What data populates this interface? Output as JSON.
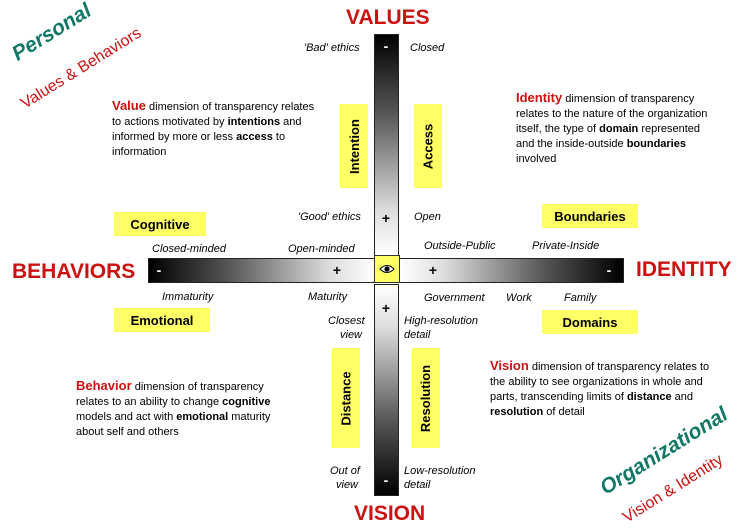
{
  "axes": {
    "top": "VALUES",
    "bottom": "VISION",
    "left": "BEHAVIORS",
    "right": "IDENTITY"
  },
  "corners": {
    "personal": {
      "main": "Personal",
      "sub": "Values & Behaviors"
    },
    "organizational": {
      "main": "Organizational",
      "sub": "Vision & Identity"
    }
  },
  "boxes": {
    "intention": "Intention",
    "access": "Access",
    "cognitive": "Cognitive",
    "boundaries": "Boundaries",
    "emotional": "Emotional",
    "domains": "Domains",
    "distance": "Distance",
    "resolution": "Resolution"
  },
  "labels": {
    "bad_ethics": "'Bad' ethics",
    "closed": "Closed",
    "good_ethics": "'Good' ethics",
    "open": "Open",
    "closed_minded": "Closed-minded",
    "open_minded": "Open-minded",
    "outside_public": "Outside-Public",
    "private_inside": "Private-Inside",
    "immaturity": "Immaturity",
    "maturity": "Maturity",
    "government": "Government",
    "work": "Work",
    "family": "Family",
    "closest": "Closest",
    "view1": "view",
    "high_res": "High-resolution",
    "detail1": "detail",
    "out_of": "Out of",
    "view2": "view",
    "low_res": "Low-resolution",
    "detail2": "detail"
  },
  "signs": {
    "minus": "-",
    "plus": "+"
  },
  "descriptions": {
    "value": {
      "lead": "Value",
      "p1": " dimension of transparency relates to actions motivated by ",
      "b1": "intentions",
      "p2": " and informed by more or less ",
      "b2": "access",
      "p3": " to information"
    },
    "identity": {
      "lead": "Identity",
      "p1": " dimension of transparency relates to the nature of the organization itself, the type of ",
      "b1": "domain",
      "p2": " represented and the inside-outside ",
      "b2": "boundaries",
      "p3": " involved"
    },
    "behavior": {
      "lead": "Behavior",
      "p1": " dimension of transparency relates to an ability to change ",
      "b1": "cognitive",
      "p2": " models and act with ",
      "b2": "emotional",
      "p3": " maturity about self and others"
    },
    "vision": {
      "lead": "Vision",
      "p1": " dimension of transparency relates to the ability to see organizations in whole and parts, transcending limits of ",
      "b1": "distance",
      "p2": " and ",
      "b2": "resolution",
      "p3": " of detail"
    }
  },
  "colors": {
    "red": "#cc1111",
    "teal": "#117766",
    "yellow": "#ffff66"
  },
  "center_icon": "eye-icon"
}
